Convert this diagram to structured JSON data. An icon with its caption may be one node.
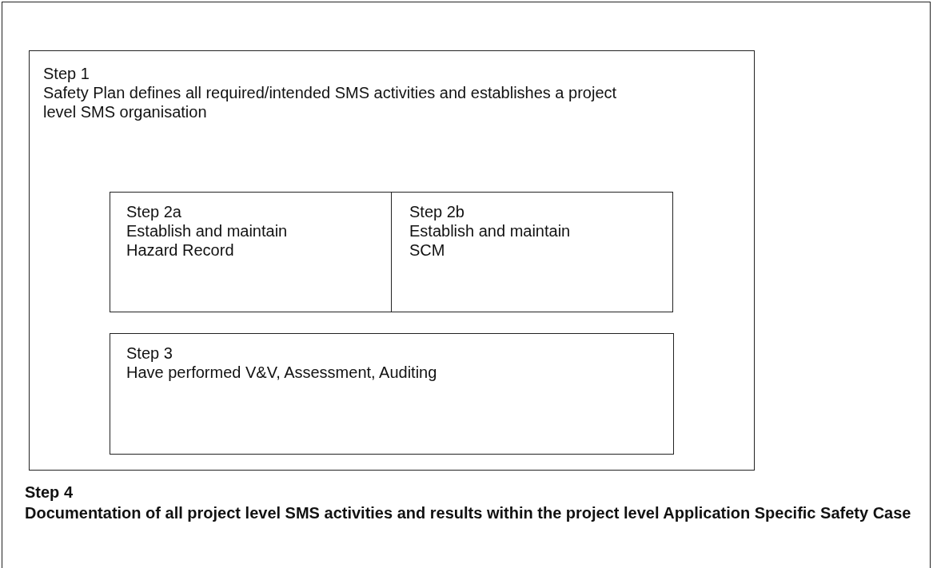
{
  "diagram": {
    "nodes": [
      {
        "text": [
          "Step 4",
          "Documentation of all project level SMS activities and results within the project level Application Specific Safety Case"
        ]
      },
      {
        "text": [
          "Step 1",
          "Safety Plan defines all required/intended SMS activities and establishes a project level SMS organisation"
        ],
        "in": 0
      },
      {
        "text": [
          "Step 2a",
          "Establish and maintain Hazard Record"
        ],
        "in": 1
      },
      {
        "text": [
          "Step 2b",
          "Establish and maintain SCM"
        ],
        "in": 1
      },
      {
        "text": [
          "Step 3",
          "Have performed V&V, Assessment, Auditing"
        ],
        "in": 1
      }
    ]
  }
}
